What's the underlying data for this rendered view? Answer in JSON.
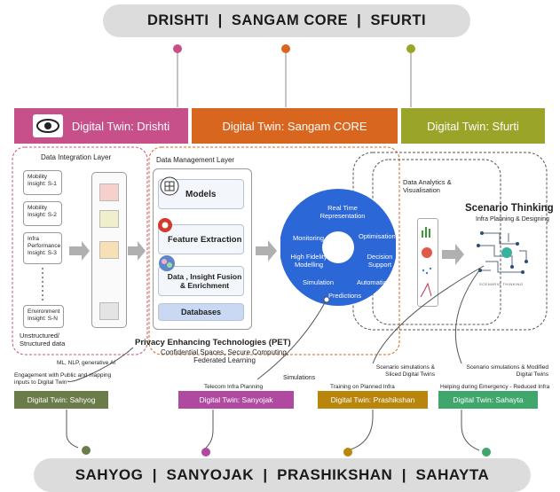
{
  "top_pill": {
    "text": "DRISHTI  |  SANGAM CORE  |  SFURTI"
  },
  "bottom_pill": {
    "text": "SAHYOG  |  SANYOJAK  |  PRASHIKSHAN  |  SAHAYTA"
  },
  "banners": {
    "drishti": "Digital Twin: Drishti",
    "sangam": "Digital Twin: Sangam CORE",
    "sfurti": "Digital Twin: Sfurti"
  },
  "integration": {
    "title": "Data Integration Layer",
    "inputs": [
      "Mobility Insight: S-1",
      "Mobility Insight: S-2",
      "Infra Performance Insight: S-3",
      "Environment Insight: S-N"
    ],
    "caption": "Unstructured/ Structured data"
  },
  "management": {
    "title": "Data Management Layer",
    "items": [
      "Models",
      "Feature Extraction",
      "Data , Insight Fusion & Enrichment",
      "Databases"
    ]
  },
  "pet": {
    "title": "Privacy Enhancing Technologies (PET)",
    "subtitle": "Confidential Spaces, Secure Computing, Federated Learning"
  },
  "core_circle": {
    "items": [
      "Real Time Representation",
      "Monitoring",
      "Optimisation",
      "High Fidelity Modelling",
      "Decision Support",
      "Simulation",
      "Automation",
      "Predictions"
    ]
  },
  "analytics": {
    "title": "Data Analytics & Visualisation"
  },
  "scenario": {
    "title": "Scenario Thinking",
    "subtitle": "Infra Planning & Designing",
    "image_caption": "SCENARIO THINKING"
  },
  "annotations": {
    "ml": "ML, NLP, generative AI",
    "sahyog_desc": "Engagement with Public and mapping inputs to Digital Twin",
    "simulations": "Simulations",
    "sanyojak_desc": "Telecom Infra Planning",
    "prashikshan_desc": "Training on Planned Infra",
    "prash_top": "Scenario simulations & Sliced Digital Twins",
    "sahayta_desc": "Helping during Emergency - Reduced Infra",
    "sahayta_top": "Scenario simulations & Modified Digital Twins"
  },
  "bottom_tags": {
    "sahyog": "Digital Twin: Sahyog",
    "sanyojak": "Digital Twin: Sanyojak",
    "prashikshan": "Digital Twin: Prashikshan",
    "sahayta": "Digital Twin: Sahayta"
  },
  "colors": {
    "drishti": "#c8508a",
    "sangam": "#d9661f",
    "sfurti": "#9aa428",
    "core_blue": "#2b67d6",
    "sahyog": "#6b7b4a",
    "sanyojak": "#b04aa0",
    "prashikshan": "#b8860b",
    "sahayta": "#3fa66c"
  }
}
